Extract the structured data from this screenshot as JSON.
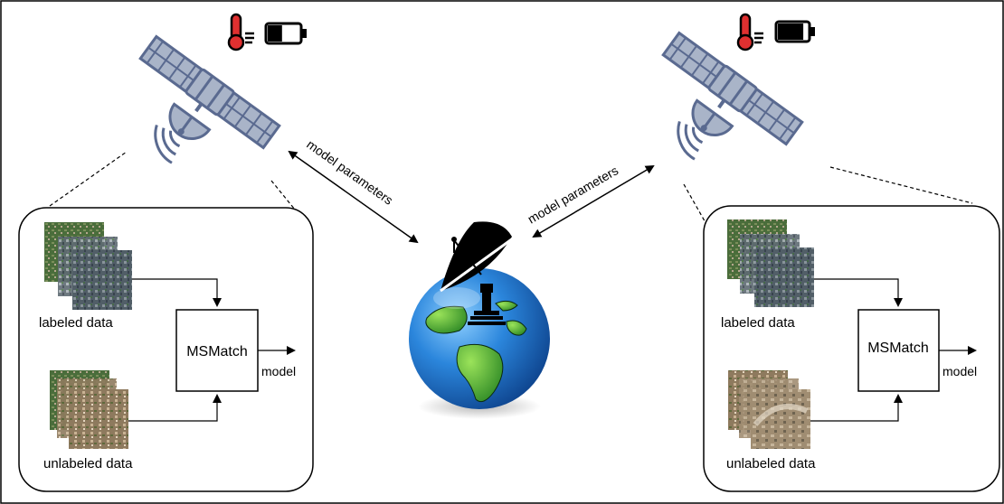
{
  "link_label": "model parameters",
  "left_node": {
    "labeled_label": "labeled data",
    "unlabeled_label": "unlabeled data",
    "algo_label": "MSMatch",
    "output_label": "model",
    "battery_level": 0.45
  },
  "right_node": {
    "labeled_label": "labeled data",
    "unlabeled_label": "unlabeled data",
    "algo_label": "MSMatch",
    "output_label": "model",
    "battery_level": 0.85
  },
  "icons": [
    "satellite-icon",
    "thermometer-icon",
    "battery-icon",
    "satellite-dish-icon",
    "earth-globe-icon"
  ],
  "colors": {
    "satellite_fill": "#a9b4c8",
    "satellite_stroke": "#5a6a90",
    "thermometer": "#e03030",
    "ocean": "#1e6fc4",
    "land": "#4cae3a"
  }
}
